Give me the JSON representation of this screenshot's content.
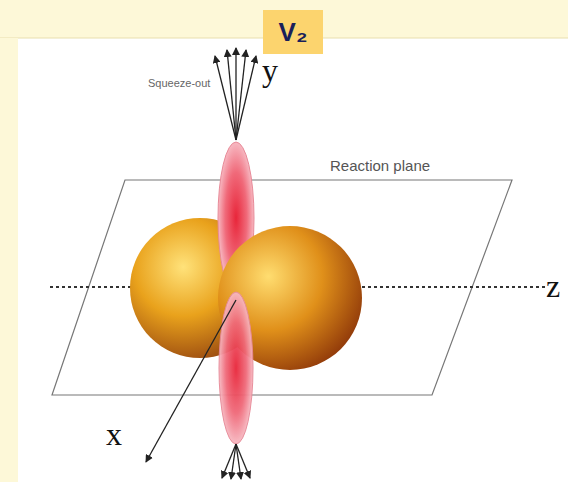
{
  "diagram": {
    "nodes": [
      {
        "text": [
          "V₂"
        ]
      }
    ],
    "labels": [
      "Squeeze-out",
      "y",
      "Reaction plane",
      "z",
      "x"
    ]
  }
}
